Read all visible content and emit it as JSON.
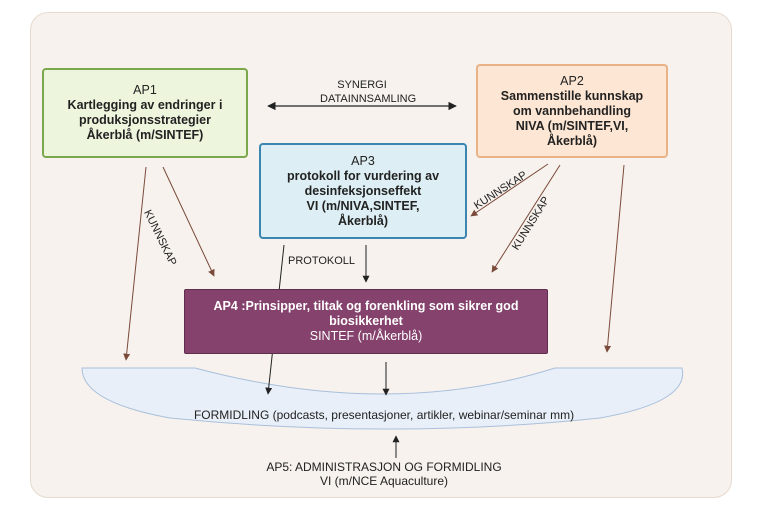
{
  "ap1": {
    "code": "AP1",
    "lines": [
      "Kartlegging av endringer i",
      "produksjonsstrategier",
      "Åkerblå (m/SINTEF)"
    ]
  },
  "ap2": {
    "code": "AP2",
    "lines": [
      "Sammenstille kunnskap",
      "om vannbehandling",
      "NIVA (m/SINTEF,VI,",
      "Åkerblå)"
    ]
  },
  "ap3": {
    "code": "AP3",
    "lines": [
      "protokoll for vurdering av",
      "desinfeksjonseffekt",
      "VI (m/NIVA,SINTEF,",
      "Åkerblå)"
    ]
  },
  "ap4": {
    "title_lines": [
      "AP4 :Prinsipper, tiltak og forenkling som sikrer god",
      "biosikkerhet"
    ],
    "sub": "SINTEF (m/Åkerblå)"
  },
  "synergi": [
    "SYNERGI",
    "DATAINNSAMLING"
  ],
  "kunnskap_left": "KUNNSKAP",
  "kunnskap_right_1": "KUNNSKAP",
  "kunnskap_right_2": "KUNNSKAP",
  "protokoll": "PROTOKOLL",
  "formidling": "FORMIDLING (podcasts, presentasjoner, artikler, webinar/seminar mm)",
  "ap5": [
    "AP5: ADMINISTRASJON OG FORMIDLING",
    "VI (m/NCE Aquaculture)"
  ],
  "colors": {
    "ap1_border": "#7aa84a",
    "ap1_fill": "#edf5dc",
    "ap2_border": "#e9b387",
    "ap2_fill": "#fde6d3",
    "ap3_border": "#3a86b0",
    "ap3_fill": "#ddeff4",
    "ap4_fill": "#84426c",
    "arc_fill": "#e8eff8",
    "arrow": "#7a4a3a"
  }
}
